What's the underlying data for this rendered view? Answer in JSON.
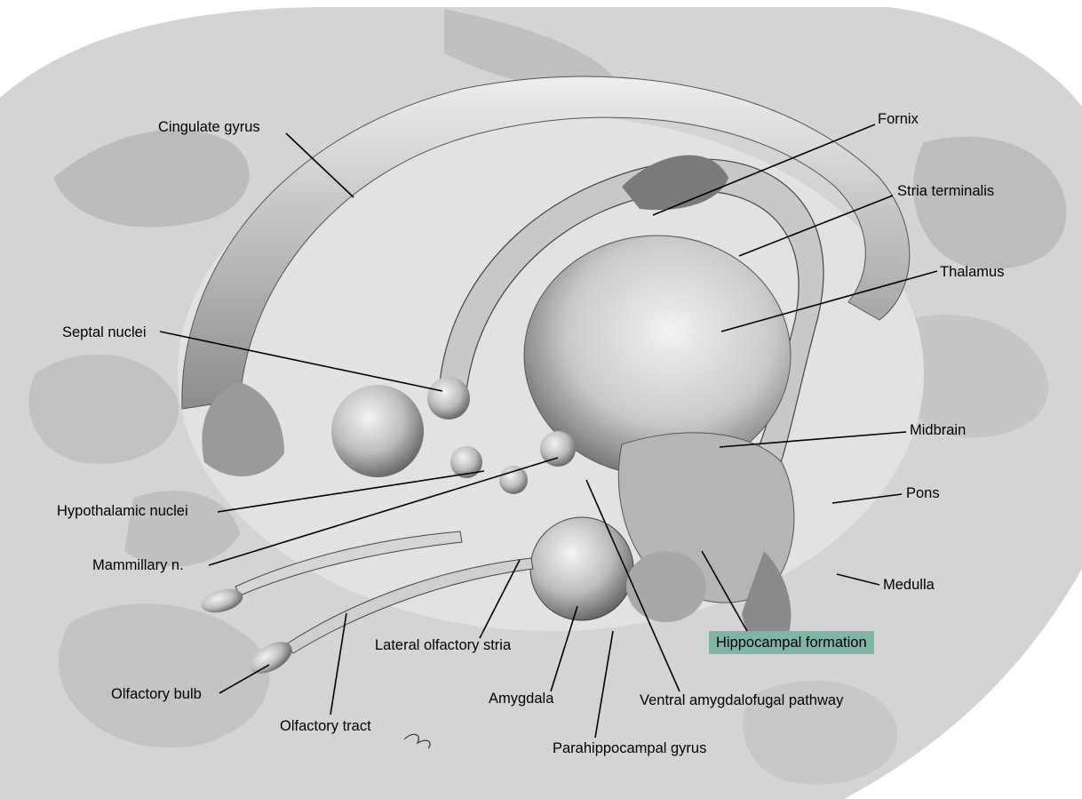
{
  "labels": {
    "cingulate_gyrus": "Cingulate gyrus",
    "fornix": "Fornix",
    "stria_terminalis": "Stria terminalis",
    "thalamus": "Thalamus",
    "septal_nuclei": "Septal nuclei",
    "midbrain": "Midbrain",
    "pons": "Pons",
    "hypothalamic_nuclei": "Hypothalamic nuclei",
    "mammillary_n": "Mammillary n.",
    "medulla": "Medulla",
    "hippocampal_formation": "Hippocampal formation",
    "lateral_olfactory_stria": "Lateral olfactory stria",
    "olfactory_bulb": "Olfactory bulb",
    "amygdala": "Amygdala",
    "ventral_amygdalofugal_pathway": "Ventral amygdalofugal pathway",
    "olfactory_tract": "Olfactory tract",
    "parahippocampal_gyrus": "Parahippocampal gyrus"
  },
  "colors": {
    "highlight": "#7fb5a7",
    "illustration_light": "#e6e6e6",
    "illustration_mid": "#b8b8b8",
    "illustration_dark": "#6e6e6e",
    "ink": "#000000"
  }
}
